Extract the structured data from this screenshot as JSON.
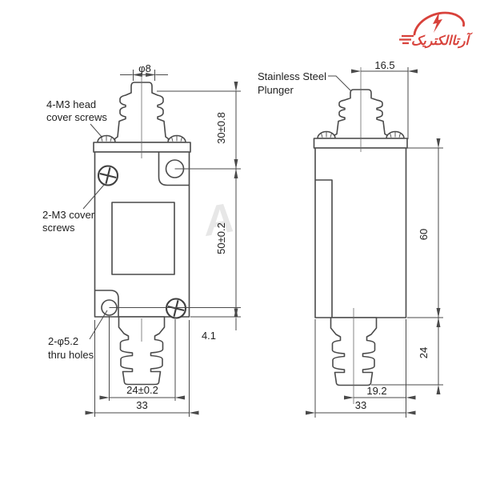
{
  "logo": {
    "brand_text": "آرتاالکتریک",
    "color": "#d8423b"
  },
  "watermark": {
    "glyph": "A",
    "color": "#e0e0e0"
  },
  "theme": {
    "line_color": "#4a4a4a",
    "text_color": "#1f1f1f"
  },
  "front_view": {
    "labels": {
      "head_screws": {
        "line1": "4-M3 head",
        "line2": "cover screws"
      },
      "cover_screws": {
        "line1": "2-M3 cover",
        "line2": "screws"
      },
      "thru_holes": {
        "line1": "2-φ5.2",
        "line2": "thru holes"
      }
    },
    "dims": {
      "plunger_diameter": "φ8",
      "upper_height": "30±0.8",
      "hole_vertical_spacing": "50±0.2",
      "hole_bottom_offset": "4.1",
      "hole_horizontal_spacing": "24±0.2",
      "body_width": "33"
    }
  },
  "side_view": {
    "labels": {
      "plunger": {
        "line1": "Stainless Steel",
        "line2": "Plunger"
      }
    },
    "dims": {
      "plunger_center_offset": "16.5",
      "body_height": "60",
      "lower_plunger_length": "24",
      "lower_center_offset": "19.2",
      "body_depth": "33"
    }
  }
}
